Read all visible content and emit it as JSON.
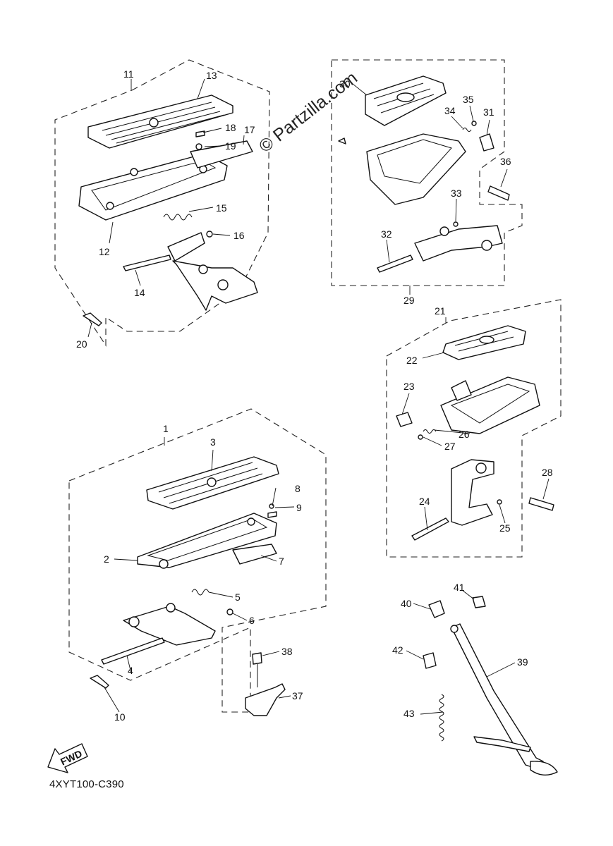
{
  "watermark": "© Partzilla.com",
  "diagram_code": "4XYT100-C390",
  "fwd_label": "FWD",
  "callouts": [
    "1",
    "2",
    "3",
    "4",
    "5",
    "6",
    "7",
    "8",
    "9",
    "10",
    "11",
    "12",
    "13",
    "14",
    "15",
    "16",
    "17",
    "18",
    "19",
    "20",
    "21",
    "22",
    "23",
    "24",
    "25",
    "26",
    "27",
    "28",
    "29",
    "30",
    "31",
    "32",
    "33",
    "34",
    "35",
    "36",
    "37",
    "38",
    "39",
    "40",
    "41",
    "42",
    "43"
  ]
}
